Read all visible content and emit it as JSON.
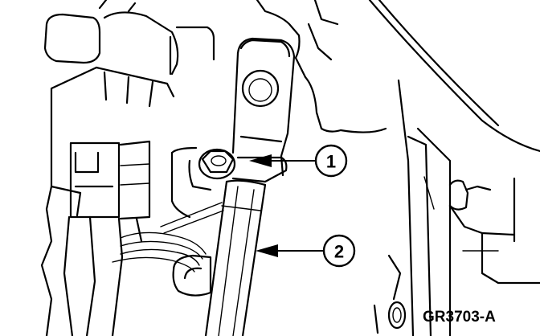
{
  "callouts": [
    {
      "number": "1",
      "target": "bolt"
    },
    {
      "number": "2",
      "target": "rod"
    }
  ],
  "figure_id": "GR3703-A",
  "colors": {
    "ink": "#000000",
    "paper": "#ffffff"
  }
}
